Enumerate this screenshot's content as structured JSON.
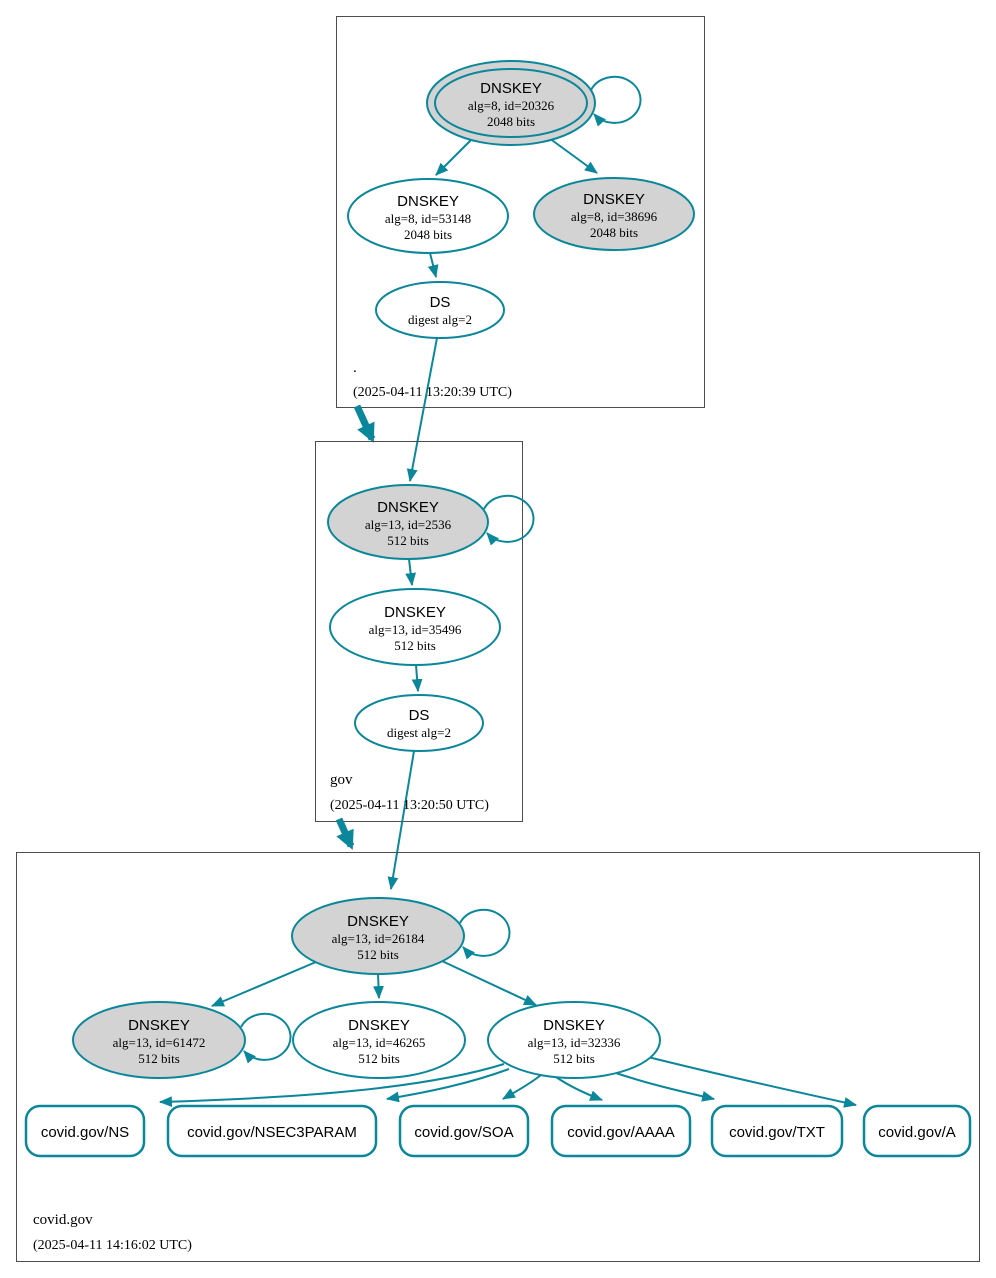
{
  "colors": {
    "edge_secure": "#0a879a",
    "node_fill_sep": "#d3d3d3",
    "node_fill_plain": "#ffffff",
    "zone_border": "#4d4d4d",
    "text": "#000000"
  },
  "zones": [
    {
      "name": ".",
      "timestamp": "(2025-04-11 13:20:39 UTC)",
      "nodes": {
        "ksk": {
          "label": "DNSKEY",
          "attrs": "alg=8, id=20326",
          "bits": "2048 bits"
        },
        "zsk": {
          "label": "DNSKEY",
          "attrs": "alg=8, id=53148",
          "bits": "2048 bits"
        },
        "key2": {
          "label": "DNSKEY",
          "attrs": "alg=8, id=38696",
          "bits": "2048 bits"
        },
        "ds": {
          "label": "DS",
          "attrs": "digest alg=2"
        }
      }
    },
    {
      "name": "gov",
      "timestamp": "(2025-04-11 13:20:50 UTC)",
      "nodes": {
        "ksk": {
          "label": "DNSKEY",
          "attrs": "alg=13, id=2536",
          "bits": "512 bits"
        },
        "zsk": {
          "label": "DNSKEY",
          "attrs": "alg=13, id=35496",
          "bits": "512 bits"
        },
        "ds": {
          "label": "DS",
          "attrs": "digest alg=2"
        }
      }
    },
    {
      "name": "covid.gov",
      "timestamp": "(2025-04-11 14:16:02 UTC)",
      "nodes": {
        "ksk": {
          "label": "DNSKEY",
          "attrs": "alg=13, id=26184",
          "bits": "512 bits"
        },
        "key2": {
          "label": "DNSKEY",
          "attrs": "alg=13, id=61472",
          "bits": "512 bits"
        },
        "key3": {
          "label": "DNSKEY",
          "attrs": "alg=13, id=46265",
          "bits": "512 bits"
        },
        "zsk": {
          "label": "DNSKEY",
          "attrs": "alg=13, id=32336",
          "bits": "512 bits"
        }
      },
      "rrsets": [
        "covid.gov/NS",
        "covid.gov/NSEC3PARAM",
        "covid.gov/SOA",
        "covid.gov/AAAA",
        "covid.gov/TXT",
        "covid.gov/A"
      ]
    }
  ]
}
